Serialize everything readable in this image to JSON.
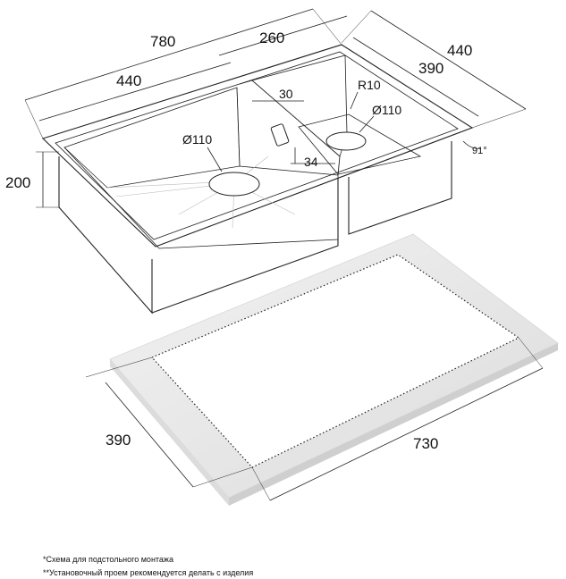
{
  "dimensions": {
    "total_length": "780",
    "small_bowl_width": "260",
    "total_depth": "440",
    "left_bowl_width": "440",
    "small_bowl_depth": "390",
    "gap": "30",
    "corner_radius": "R10",
    "drain_left": "Ø110",
    "drain_right": "Ø110",
    "bowl_height": "200",
    "offset": "34",
    "angle": "91°",
    "cutout_depth": "390",
    "cutout_length": "730"
  },
  "footnotes": {
    "note1": "*Схема для подстольного монтажа",
    "note2": "**Установочный проем рекомендуется делать с изделия"
  },
  "colors": {
    "line": "#222222",
    "panel": "#e6e6e6",
    "panel_edge": "#cfcfcf"
  }
}
